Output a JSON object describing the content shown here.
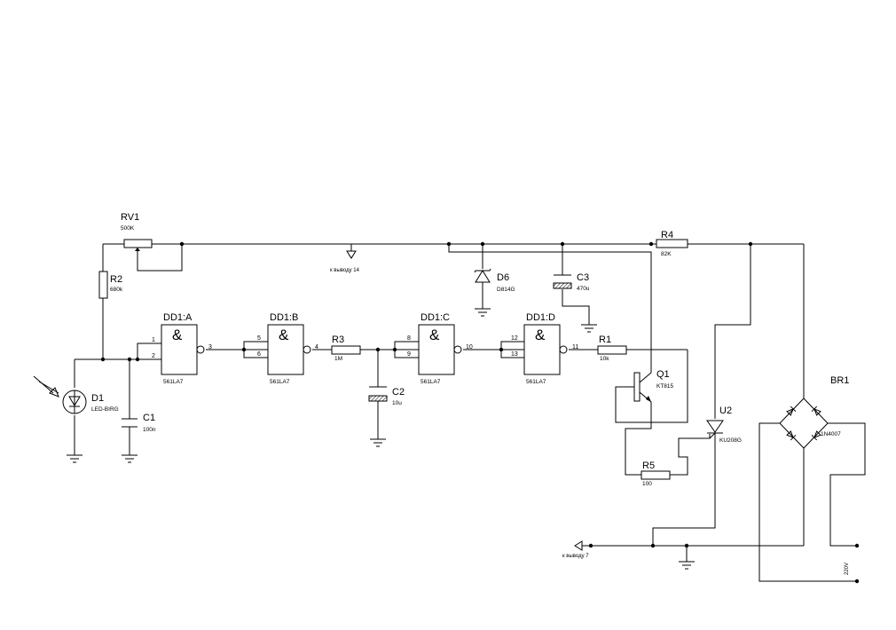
{
  "components": {
    "rv1": {
      "ref": "RV1",
      "value": "500K"
    },
    "r2": {
      "ref": "R2",
      "value": "680k"
    },
    "r3": {
      "ref": "R3",
      "value": "1M"
    },
    "r1": {
      "ref": "R1",
      "value": "10k"
    },
    "r4": {
      "ref": "R4",
      "value": "82K"
    },
    "r5": {
      "ref": "R5",
      "value": "100"
    },
    "c1": {
      "ref": "C1",
      "value": "100n"
    },
    "c2": {
      "ref": "C2",
      "value": "10u"
    },
    "c3": {
      "ref": "C3",
      "value": "470u"
    },
    "d1": {
      "ref": "D1",
      "value": "LED-BIRG"
    },
    "d6": {
      "ref": "D6",
      "value": "D814G"
    },
    "q1": {
      "ref": "Q1",
      "value": "KT815"
    },
    "u2": {
      "ref": "U2",
      "value": "KU208G"
    },
    "br1": {
      "ref": "BR1",
      "value": "1N4007"
    },
    "dd1a": {
      "ref": "DD1:A",
      "value": "561LA7",
      "pins": [
        "1",
        "2",
        "3"
      ]
    },
    "dd1b": {
      "ref": "DD1:B",
      "value": "561LA7",
      "pins": [
        "5",
        "6",
        "4"
      ]
    },
    "dd1c": {
      "ref": "DD1:C",
      "value": "561LA7",
      "pins": [
        "8",
        "9",
        "10"
      ]
    },
    "dd1d": {
      "ref": "DD1:D",
      "value": "561LA7",
      "pins": [
        "12",
        "13",
        "11"
      ]
    }
  },
  "gate_symbol": "&",
  "notes": {
    "to_pin14": "к выводу 14",
    "to_pin7": "к выводу 7",
    "mains": "220V"
  }
}
